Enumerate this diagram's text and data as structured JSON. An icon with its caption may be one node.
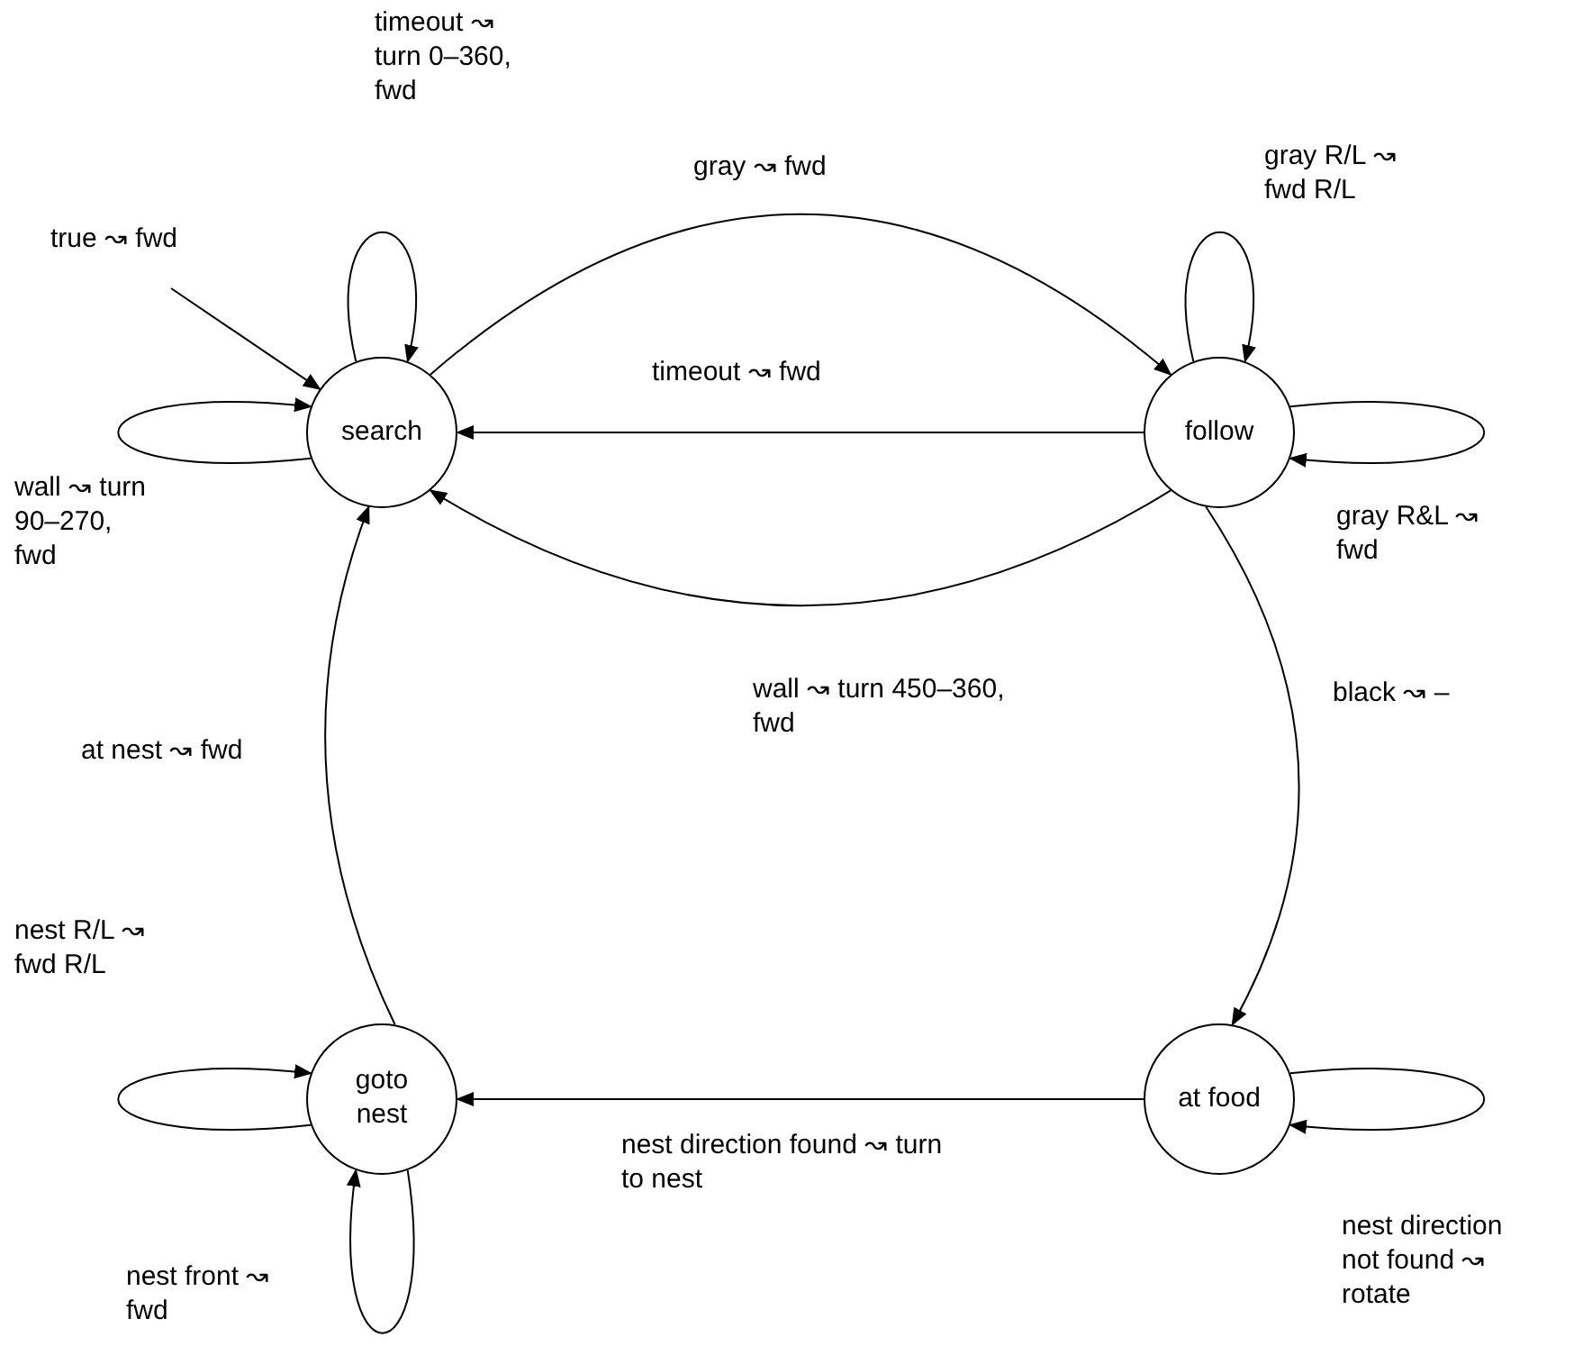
{
  "diagram": {
    "nodes": [
      {
        "text": [
          "search"
        ]
      },
      {
        "text": [
          "follow"
        ]
      },
      {
        "text": [
          "at food"
        ]
      },
      {
        "text": [
          "goto nest"
        ]
      }
    ],
    "edges": [
      {
        "from": 0,
        "to": 1,
        "arrow": "to",
        "label": "gray ↝ fwd"
      },
      {
        "from": 1,
        "to": 0,
        "arrow": "to",
        "label": "timeout ↝ fwd"
      },
      {
        "from": 1,
        "to": 0,
        "arrow": "to",
        "label": "wall ↝ turn 450–360, fwd"
      },
      {
        "from": 1,
        "to": 2,
        "arrow": "to",
        "label": "black ↝ –"
      },
      {
        "from": 2,
        "to": 3,
        "arrow": "to",
        "label": "nest direction found ↝ turn to nest"
      },
      {
        "from": 3,
        "to": 0,
        "arrow": "to",
        "label": "at nest ↝ fwd"
      },
      {
        "from": null,
        "to": 0,
        "arrow": "to",
        "label": "true ↝ fwd"
      },
      {
        "from": 0,
        "to": 0,
        "arrow": "to",
        "label": "timeout ↝ turn 0–360, fwd"
      },
      {
        "from": 0,
        "to": 0,
        "arrow": "to",
        "label": "wall ↝ turn 90–270, fwd"
      },
      {
        "from": 1,
        "to": 1,
        "arrow": "to",
        "label": "gray R/L ↝ fwd R/L"
      },
      {
        "from": 1,
        "to": 1,
        "arrow": "to",
        "label": "gray R&L ↝ fwd"
      },
      {
        "from": 2,
        "to": 2,
        "arrow": "to",
        "label": "nest direction not found ↝ rotate"
      },
      {
        "from": 3,
        "to": 3,
        "arrow": "to",
        "label": "nest R/L ↝ fwd R/L"
      },
      {
        "from": 3,
        "to": 3,
        "arrow": "to",
        "label": "nest front ↝ fwd"
      }
    ]
  }
}
